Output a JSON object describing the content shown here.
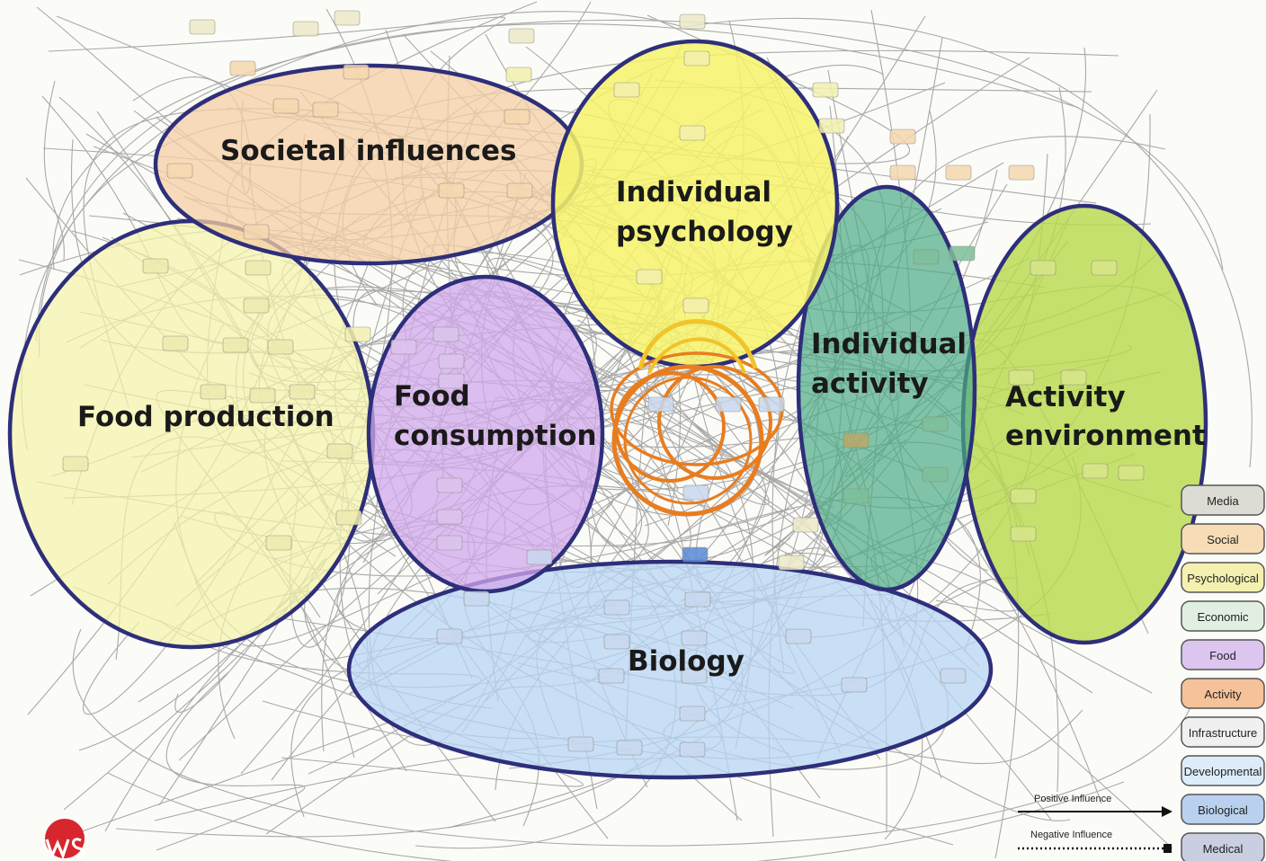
{
  "clusters": {
    "societal": {
      "label": "Societal influences",
      "color": "#f4cfa4"
    },
    "psychology": {
      "label_line1": "Individual",
      "label_line2": "psychology",
      "color": "#f6f36a"
    },
    "food_production": {
      "label": "Food production",
      "color": "#f6f3a8"
    },
    "food_consumption": {
      "label_line1": "Food",
      "label_line2": "consumption",
      "color": "#d2a8ec"
    },
    "activity": {
      "label_line1": "Individual",
      "label_line2": "activity",
      "color": "#4cab86"
    },
    "activity_env": {
      "label_line1": "Activity",
      "label_line2": "environment",
      "color": "#b8d94a"
    },
    "biology": {
      "label": "Biology",
      "color": "#b8d6f5"
    }
  },
  "legend": [
    {
      "label": "Media",
      "fill": "#dcdcd4"
    },
    {
      "label": "Social",
      "fill": "#f6ddb6"
    },
    {
      "label": "Psychological",
      "fill": "#f4f0b0"
    },
    {
      "label": "Economic",
      "fill": "#e0efe2"
    },
    {
      "label": "Food",
      "fill": "#dcc5ee"
    },
    {
      "label": "Activity",
      "fill": "#f6c29a"
    },
    {
      "label": "Infrastructure",
      "fill": "#f0f0f0"
    },
    {
      "label": "Developmental",
      "fill": "#dcecf8"
    },
    {
      "label": "Biological",
      "fill": "#b9d1ef"
    },
    {
      "label": "Medical",
      "fill": "#c9cfe0"
    }
  ],
  "influence": {
    "positive": "Positive Influence",
    "negative": "Negative Influence"
  },
  "colors": {
    "outline": "#2e2f7a",
    "core_ring": "#e87d1f",
    "link": "#555555",
    "logo": "#d8262f"
  },
  "logo_icon": "ws-logo"
}
